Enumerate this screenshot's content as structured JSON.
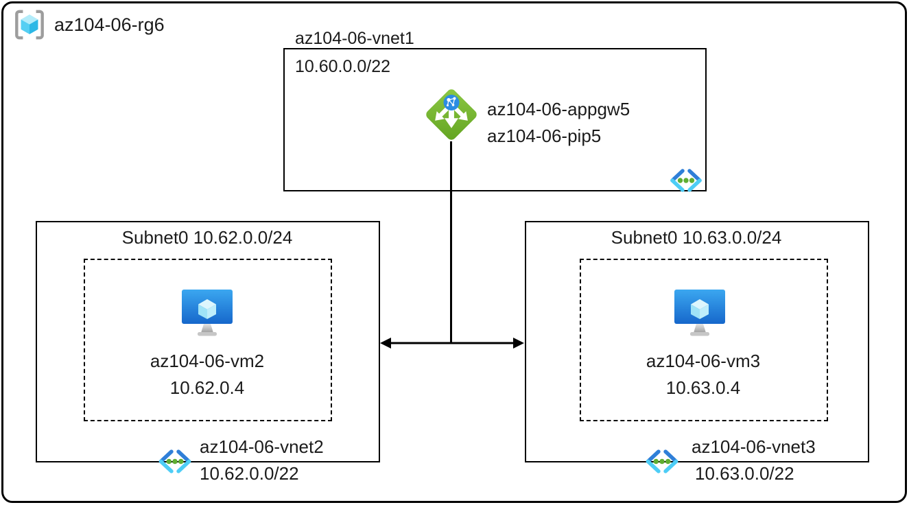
{
  "resource_group": {
    "label": "az104-06-rg6"
  },
  "vnet1": {
    "title": "az104-06-vnet1",
    "cidr": "10.60.0.0/22",
    "appgw_name": "az104-06-appgw5",
    "pip_name": "az104-06-pip5"
  },
  "left": {
    "subnet_title": "Subnet0 10.62.0.0/24",
    "vm_name": "az104-06-vm2",
    "vm_ip": "10.62.0.4",
    "vnet_name": "az104-06-vnet2",
    "vnet_cidr": "10.62.0.0/22"
  },
  "right": {
    "subnet_title": "Subnet0 10.63.0.0/24",
    "vm_name": "az104-06-vm3",
    "vm_ip": "10.63.0.4",
    "vnet_name": "az104-06-vnet3",
    "vnet_cidr": "10.63.0.0/22"
  },
  "icons": {
    "resource_group": "resource-group-icon",
    "application_gateway": "application-gateway-icon",
    "virtual_machine": "virtual-machine-icon",
    "virtual_network": "virtual-network-icon",
    "connector": "double-arrow-connector"
  },
  "colors": {
    "outline": "#000000",
    "text": "#1b1b1b",
    "appgw_green": "#76BC2D",
    "globe_blue": "#2B8CE3",
    "vm_blue_top": "#3BA7F0",
    "vm_blue_bottom": "#1667CB",
    "cube_cyan_light": "#B3ECFA",
    "cube_cyan": "#55CFF3",
    "cube_cyan_dark": "#2CB8E6",
    "vnet_chevron_dark": "#2F7FD8",
    "vnet_chevron_light": "#4DCDF6",
    "vnet_dot_green": "#5FAE33",
    "bracket_gray": "#9D9D9D"
  }
}
